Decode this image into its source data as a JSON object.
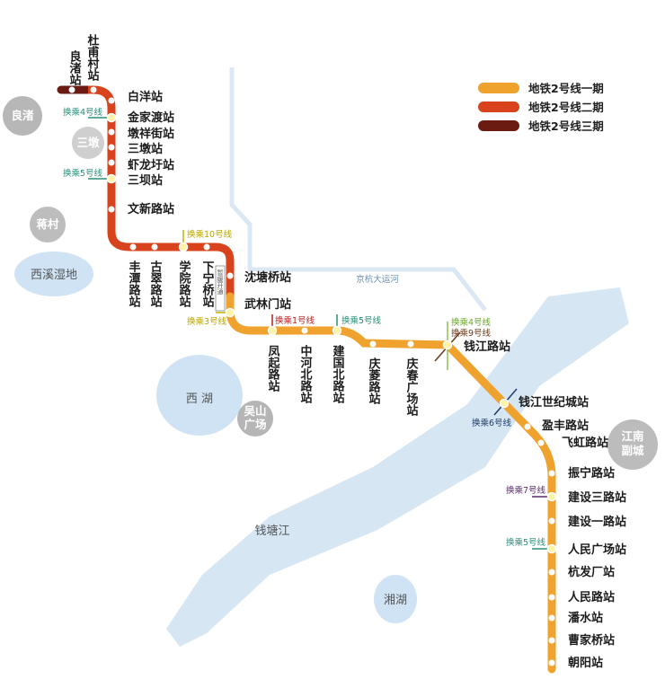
{
  "legend": [
    {
      "label": "地铁2号线一期",
      "color": "#f0a22e"
    },
    {
      "label": "地铁2号线二期",
      "color": "#d8421c"
    },
    {
      "label": "地铁2号线三期",
      "color": "#6b1b12"
    }
  ],
  "colors": {
    "phase1": "#f0a22e",
    "phase2": "#d8421c",
    "phase3": "#6b1b12",
    "river": "#d6e6f3",
    "lake": "#cfe3f4",
    "canal": "#dbe8f4"
  },
  "stations": {
    "liangzhu": "良渚站",
    "dupu": "杜甫村站",
    "baiyang": "白洋站",
    "jinjiadu": "金家渡站",
    "dunxiangjie": "墩祥街站",
    "sandun": "三墩站",
    "xialongyu": "虾龙圩站",
    "sanba": "三坝站",
    "wenxinlu": "文新路站",
    "fengtanlu": "丰潭路站",
    "gucuilu": "古翠路站",
    "xueyuanlu": "学院路站",
    "xianingqiao": "下宁桥站",
    "xianingqiao_note": "暂缓开通",
    "shentangqiao": "沈塘桥站",
    "wulinmen": "武林门站",
    "fengqilu": "凤起路站",
    "zhonghebeilu": "中河北路站",
    "jianguobeilu": "建国北路站",
    "qinglingjie": "庆菱路站",
    "qingchunguangchang": "庆春广场站",
    "qianjianglu": "钱江路站",
    "qianjiangshiji": "钱江世纪城站",
    "yingfenglu": "盈丰路站",
    "feihonglu": "飞虹路站",
    "zhenninglu": "振宁路站",
    "jiansheSan": "建设三路站",
    "jiansheYi": "建设一路站",
    "renminguangchang": "人民广场站",
    "hangfachang": "杭发厂站",
    "renminlu": "人民路站",
    "panshui": "潘水站",
    "caojiaqiao": "曹家桥站",
    "chaoyang": "朝阳站"
  },
  "transfers": {
    "line4_jinjiadu": "换乘4号线",
    "line5_sanba": "换乘5号线",
    "line10_xueyuan": "换乘10号线",
    "line3_wulinmen": "换乘3号线",
    "line1_fengqi": "换乘1号线",
    "line5_jianguo": "换乘5号线",
    "line4_qianjiang": "换乘4号线",
    "line9_qianjiang": "换乘9号线",
    "line6_shiji": "换乘6号线",
    "line7_jianshe": "换乘7号线",
    "line5_renmin": "换乘5号线"
  },
  "areas": {
    "liangzhu": "良渚",
    "sandun": "三墩",
    "jiangcun": "蒋村",
    "xixi": "西溪湿地",
    "xihu": "西 湖",
    "wushan": "吴山广场",
    "jiangnan": "江南副城",
    "qiantang": "钱塘江",
    "xianghu": "湘湖",
    "canal": "京杭大运河"
  }
}
